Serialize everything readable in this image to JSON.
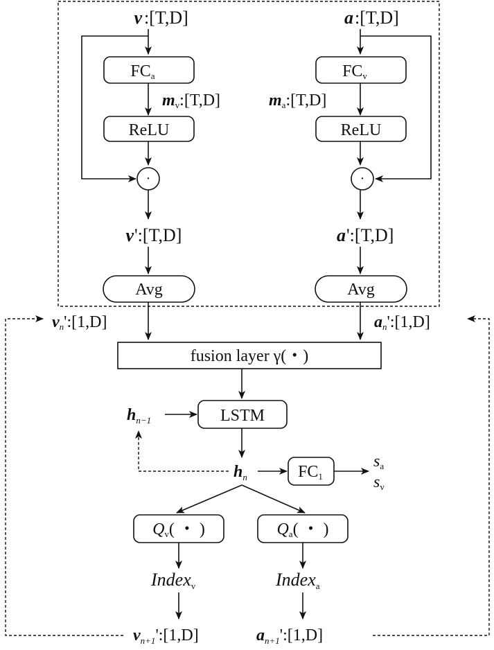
{
  "top_left": {
    "input": {
      "sym": "v",
      "shape": ":[T,D]"
    },
    "fc": {
      "main": "FC",
      "sub": "a"
    },
    "mask": {
      "sym": "m",
      "sub": "v",
      "shape": ":[T,D]"
    },
    "relu": "ReLU",
    "dot": "·",
    "out": {
      "sym": "v",
      "shape": "':[T,D]"
    },
    "avg": "Avg"
  },
  "top_right": {
    "input": {
      "sym": "a",
      "shape": ":[T,D]"
    },
    "fc": {
      "main": "FC",
      "sub": "v"
    },
    "mask": {
      "sym": "m",
      "sub": "a",
      "shape": ":[T,D]"
    },
    "relu": "ReLU",
    "dot": "·",
    "out": {
      "sym": "a",
      "shape": "':[T,D]"
    },
    "avg": "Avg"
  },
  "vn": {
    "sym": "v",
    "sub": "n",
    "shape": "':[1,D]"
  },
  "an": {
    "sym": "a",
    "sub": "n",
    "shape": "':[1,D]"
  },
  "fusion": "fusion layer γ(・)",
  "lstm": "LSTM",
  "h_prev": {
    "sym": "h",
    "sub": "n−1"
  },
  "h_cur": {
    "sym": "h",
    "sub": "n"
  },
  "fc1": {
    "main": "FC",
    "sub": "1"
  },
  "scores": [
    {
      "sym": "s",
      "sub": "a"
    },
    {
      "sym": "s",
      "sub": "v"
    }
  ],
  "qv": {
    "sym": "Q",
    "sub": "v",
    "arg": "( ・ )"
  },
  "qa": {
    "sym": "Q",
    "sub": "a",
    "arg": "( ・ )"
  },
  "index_v": {
    "main": "Index",
    "sub": "v"
  },
  "index_a": {
    "main": "Index",
    "sub": "a"
  },
  "vn1": {
    "sym": "v",
    "sub": "n+1",
    "shape": "':[1,D]"
  },
  "an1": {
    "sym": "a",
    "sub": "n+1",
    "shape": "':[1,D]"
  }
}
